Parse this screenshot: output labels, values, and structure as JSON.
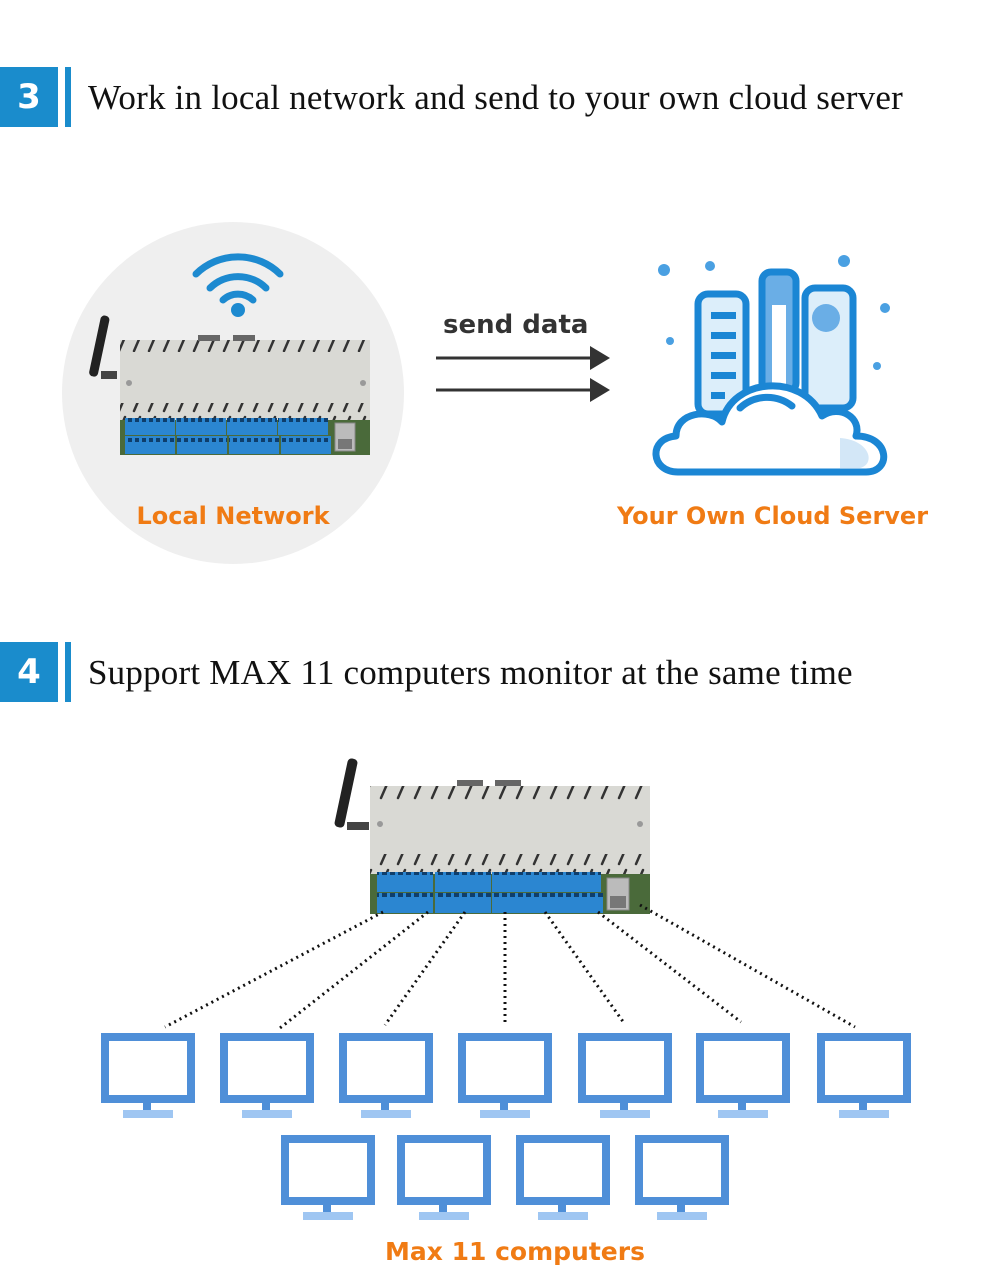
{
  "sections": [
    {
      "number": "3",
      "title": "Work in local network and send to your own cloud server",
      "left_label": "Local Network",
      "arrow_label": "send data",
      "right_label": "Your Own Cloud Server"
    },
    {
      "number": "4",
      "title": "Support MAX 11 computers monitor at the same time",
      "caption": "Max 11 computers",
      "computer_count": 11
    }
  ],
  "icons": {
    "wifi": "wifi-icon",
    "device": "relay-controller-device",
    "cloud": "cloud-server-icon",
    "arrow": "right-arrow-icon",
    "monitor": "monitor-icon"
  },
  "colors": {
    "accent_blue": "#1a8ccc",
    "orange": "#f07b14",
    "monitor_blue": "#4f8fd8",
    "monitor_stand": "#9fc6f2",
    "cloud_blue": "#1b86d4",
    "cloud_light": "#d3e7f7"
  }
}
